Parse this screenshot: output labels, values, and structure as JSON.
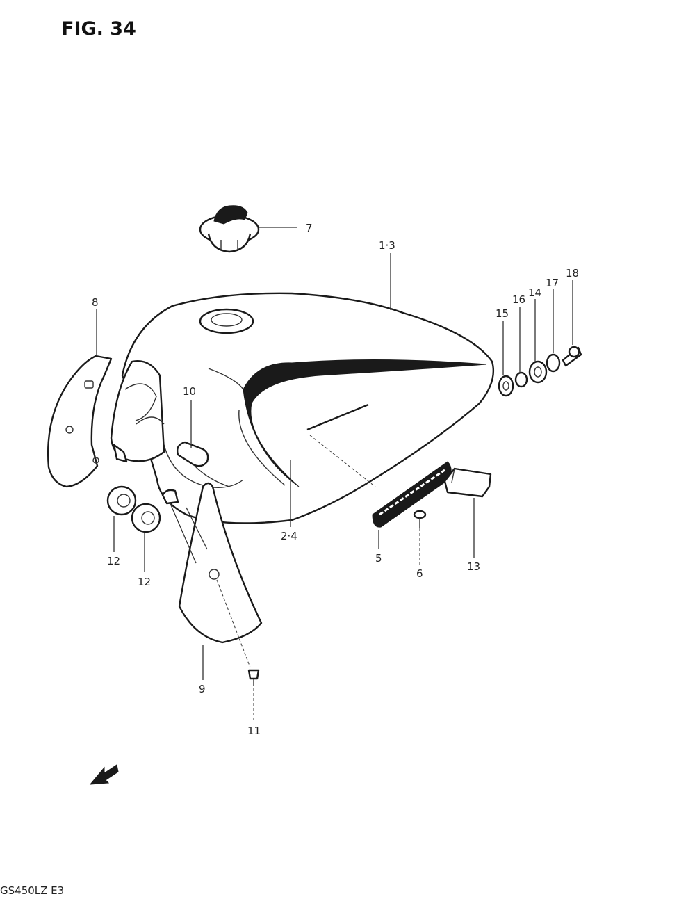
{
  "figure": {
    "title": "FIG. 34",
    "footer_code": "GS450LZ  E3"
  },
  "callouts": [
    {
      "id": "7",
      "text": "7"
    },
    {
      "id": "1-3",
      "text": "1·3"
    },
    {
      "id": "8",
      "text": "8"
    },
    {
      "id": "15",
      "text": "15"
    },
    {
      "id": "16",
      "text": "16"
    },
    {
      "id": "14",
      "text": "14"
    },
    {
      "id": "17",
      "text": "17"
    },
    {
      "id": "18",
      "text": "18"
    },
    {
      "id": "10",
      "text": "10"
    },
    {
      "id": "12a",
      "text": "12"
    },
    {
      "id": "12b",
      "text": "12"
    },
    {
      "id": "2-4",
      "text": "2·4"
    },
    {
      "id": "5",
      "text": "5"
    },
    {
      "id": "6",
      "text": "6"
    },
    {
      "id": "13",
      "text": "13"
    },
    {
      "id": "9",
      "text": "9"
    },
    {
      "id": "11",
      "text": "11"
    }
  ],
  "icons": {
    "front_arrow": "front-direction-arrow-icon",
    "fuel_cap": "fuel-cap-icon",
    "emblem": "tank-emblem-icon"
  },
  "colors": {
    "ink": "#1a1a1a",
    "paper": "#ffffff"
  }
}
